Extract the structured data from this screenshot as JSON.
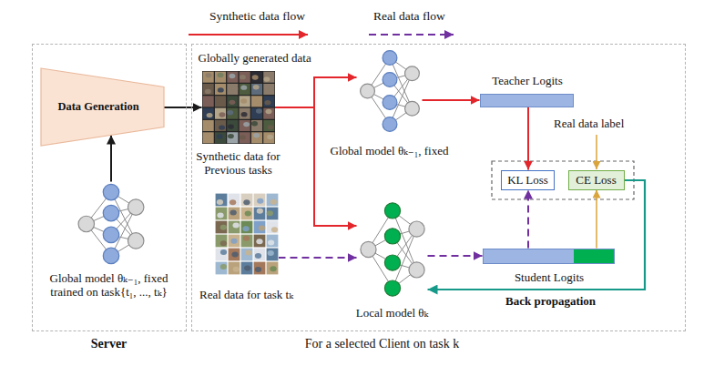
{
  "diagram": {
    "nodes": [
      {
        "text": [
          "Server"
        ]
      },
      {
        "text": [
          "For a selected Client on task k"
        ]
      },
      {
        "text": [
          "Data Generation"
        ],
        "in": 0
      },
      {
        "text": [
          "Global model θₖ₋₁, fixed trained on task{t₁, ..., tₖ}"
        ],
        "in": 0
      },
      {
        "text": [
          "Globally generated data",
          "Synthetic data for Previous tasks"
        ],
        "in": 1
      },
      {
        "text": [
          "Real data for task tₖ"
        ],
        "in": 1
      },
      {
        "text": [
          "Global model θₖ₋₁, fixed"
        ],
        "in": 1
      },
      {
        "text": [
          "Local model θₖ"
        ],
        "in": 1
      },
      {
        "text": [
          "Teacher Logits"
        ],
        "in": 1
      },
      {
        "text": [
          "KL Loss"
        ],
        "in": 1
      },
      {
        "text": [
          "CE Loss"
        ],
        "in": 1
      },
      {
        "text": [
          "Student Logits"
        ],
        "in": 1
      }
    ],
    "edges": [
      {
        "from": 3,
        "to": 2,
        "arrow": "to"
      },
      {
        "from": 2,
        "to": 4,
        "arrow": "to"
      },
      {
        "from": 4,
        "to": 6,
        "arrow": "to"
      },
      {
        "from": 4,
        "to": 7,
        "arrow": "to"
      },
      {
        "from": 5,
        "to": 7,
        "arrow": "to"
      },
      {
        "from": 6,
        "to": 8,
        "arrow": "to"
      },
      {
        "from": 8,
        "to": 9,
        "arrow": "to"
      },
      {
        "from": 7,
        "to": 11,
        "arrow": "to"
      },
      {
        "from": 11,
        "to": 9,
        "arrow": "to"
      },
      {
        "from": 11,
        "to": 10,
        "arrow": "to"
      },
      {
        "from": 10,
        "to": 7,
        "arrow": "to"
      }
    ],
    "labels": [
      "Real data label",
      "Back propagation"
    ],
    "legend": [
      {
        "text": "Synthetic data flow"
      },
      {
        "text": "Real data flow"
      }
    ]
  }
}
